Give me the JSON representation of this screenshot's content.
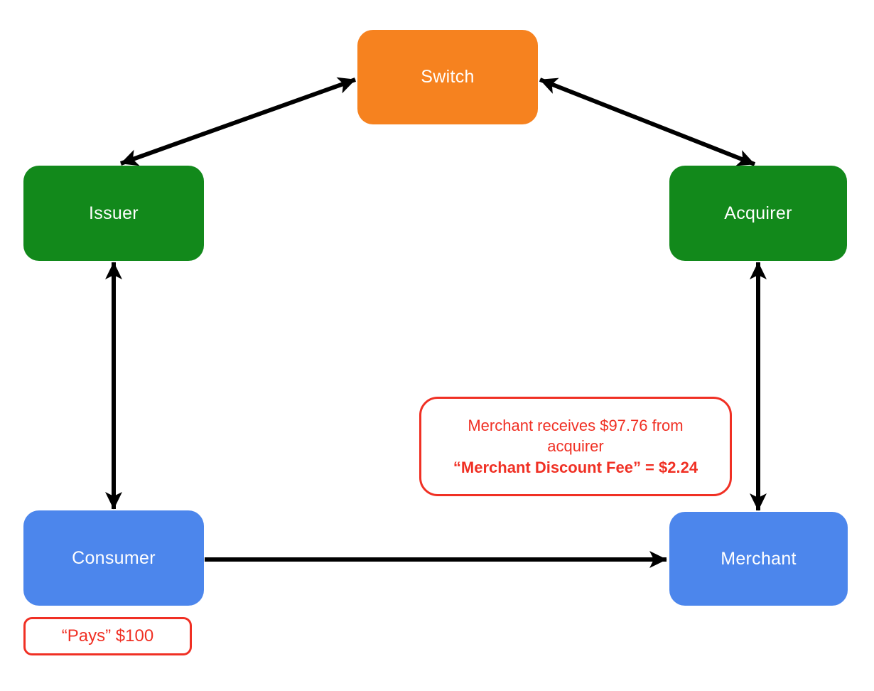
{
  "diagram": {
    "background": "#FFFFFF",
    "arrow_color": "#000000",
    "nodes": {
      "switch": {
        "label": "Switch",
        "fill": "#F6821F",
        "text_color": "#FFFFFF"
      },
      "issuer": {
        "label": "Issuer",
        "fill": "#12891B",
        "text_color": "#FFFFFF"
      },
      "acquirer": {
        "label": "Acquirer",
        "fill": "#12891B",
        "text_color": "#FFFFFF"
      },
      "consumer": {
        "label": "Consumer",
        "fill": "#4C86EC",
        "text_color": "#FFFFFF"
      },
      "merchant": {
        "label": "Merchant",
        "fill": "#4C86EC",
        "text_color": "#FFFFFF"
      }
    },
    "edges": [
      {
        "from": "Issuer",
        "to": "Switch",
        "arrows": "both"
      },
      {
        "from": "Switch",
        "to": "Acquirer",
        "arrows": "both"
      },
      {
        "from": "Issuer",
        "to": "Consumer",
        "arrows": "both"
      },
      {
        "from": "Acquirer",
        "to": "Merchant",
        "arrows": "both"
      },
      {
        "from": "Consumer",
        "to": "Merchant",
        "arrows": "single"
      }
    ],
    "notes": {
      "merchant_fee": {
        "line1": "Merchant receives $97.76 from",
        "line2": "acquirer",
        "line3_bold": "“Merchant Discount Fee” = $2.24",
        "border_color": "#F03024",
        "text_color": "#F03024"
      },
      "consumer_pays": {
        "text": "“Pays” $100",
        "border_color": "#F03024",
        "text_color": "#F03024"
      }
    }
  }
}
